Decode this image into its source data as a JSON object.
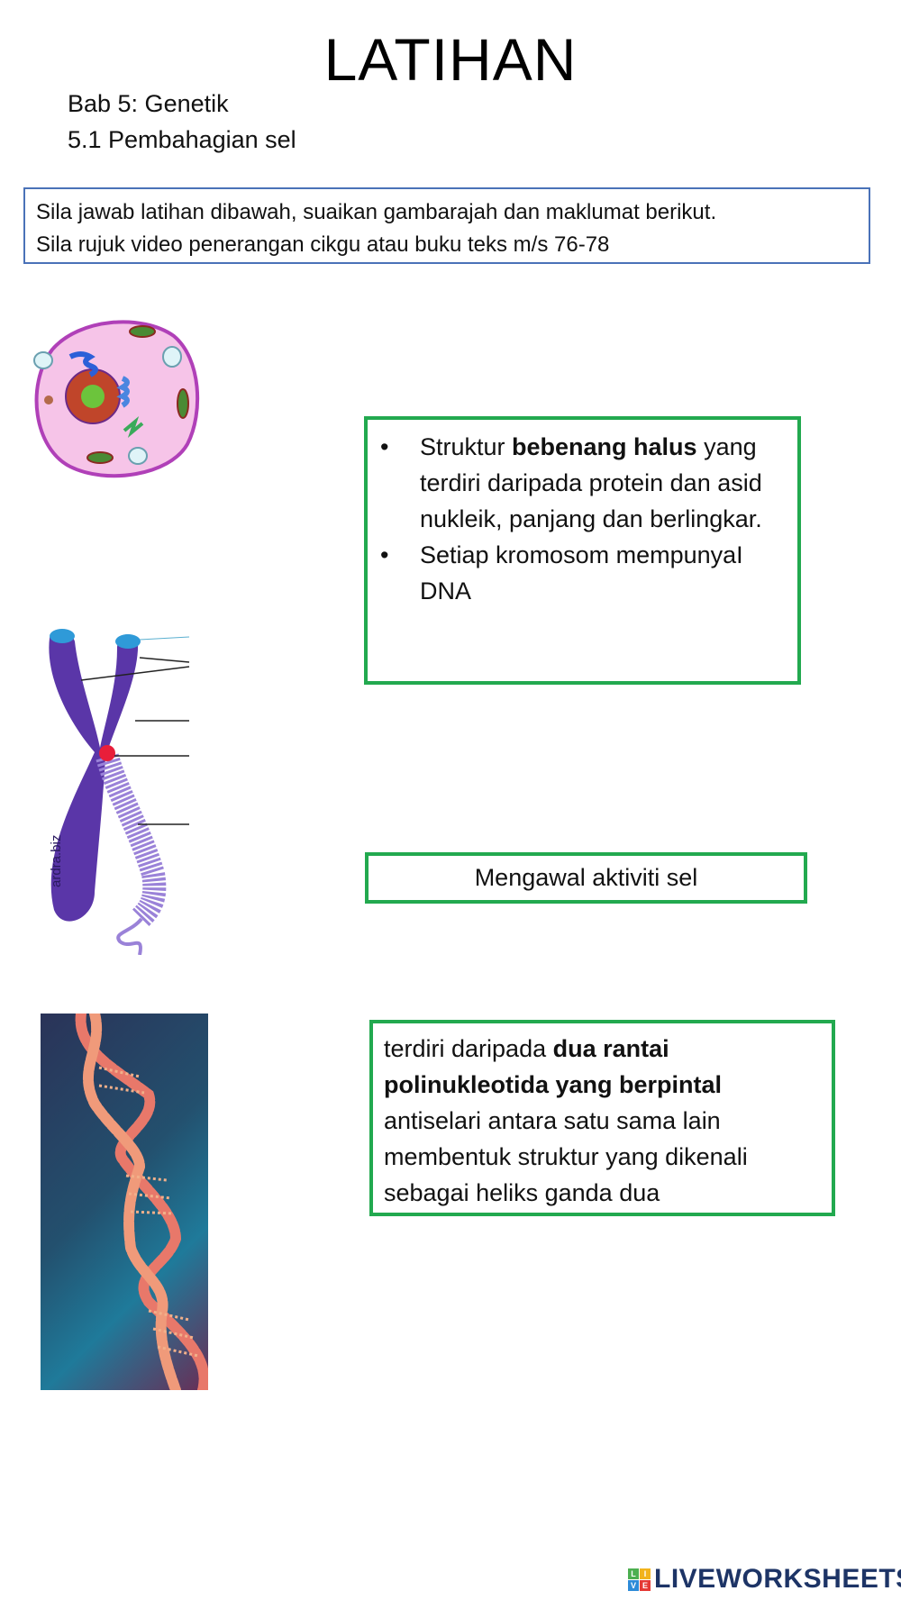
{
  "header": {
    "title": "LATIHAN",
    "chapter": "Bab 5: Genetik",
    "section": "5.1 Pembahagian sel"
  },
  "instructions": {
    "line1": "Sila jawab latihan dibawah, suaikan gambarajah dan maklumat berikut.",
    "line2": "Sila rujuk video penerangan cikgu atau buku teks m/s 76-78"
  },
  "images": {
    "cell": "animal-cell-diagram",
    "chromosome": "chromosome-diagram",
    "chromosome_watermark": "ardra.biz",
    "dna": "dna-double-helix"
  },
  "boxes": {
    "box1": {
      "bullet": "•",
      "item1_pre": "Struktur ",
      "item1_bold": "bebenang halus",
      "item1_post": " yang terdiri daripada protein dan asid nukleik, panjang dan berlingkar.",
      "item2": "Setiap kromosom mempunyaI DNA"
    },
    "box2": {
      "text": "Mengawal aktiviti sel"
    },
    "box3": {
      "pre": " terdiri daripada ",
      "bold": "dua rantai polinukleotida yang berpintal",
      "post": " antiselari antara satu sama lain membentuk struktur yang dikenali sebagai heliks ganda dua"
    }
  },
  "colors": {
    "box_border_green": "#22a94f",
    "instruction_border_blue": "#4a72b8",
    "logo_text": "#1d3466"
  },
  "footer": {
    "logo_letters": [
      "L",
      "I",
      "V",
      "E"
    ],
    "logo_text": "LIVEWORKSHEETS"
  }
}
